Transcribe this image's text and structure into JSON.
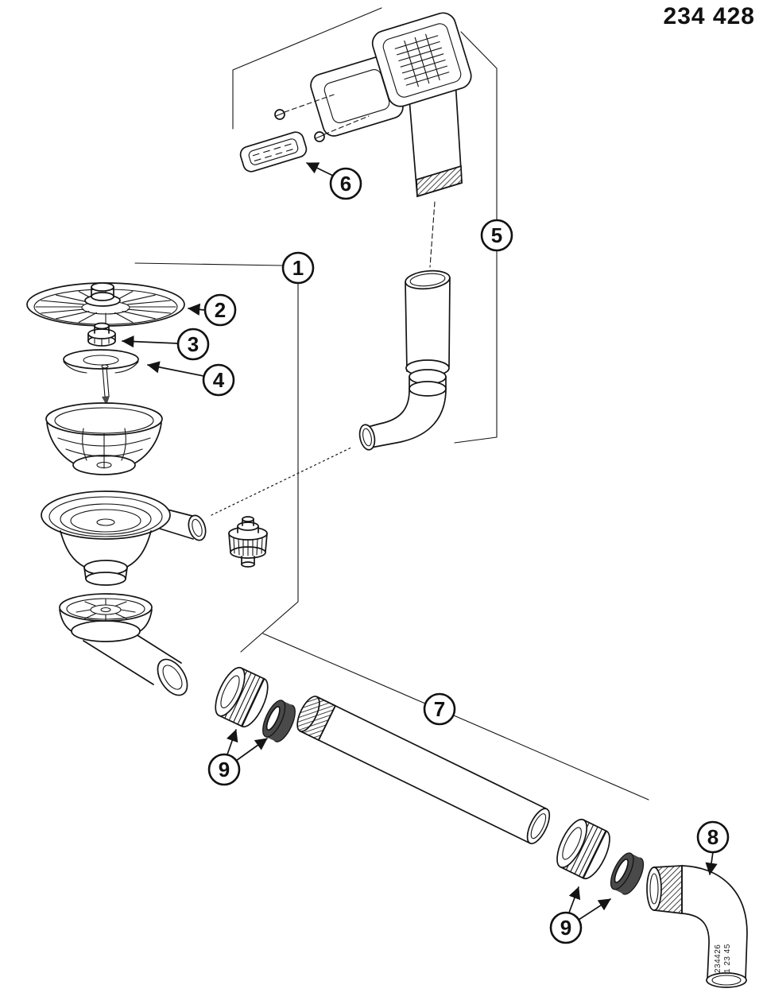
{
  "title": {
    "part_number": "234 428"
  },
  "diagram": {
    "callouts": {
      "c1": "1",
      "c2": "2",
      "c3": "3",
      "c4": "4",
      "c5": "5",
      "c6": "6",
      "c7": "7",
      "c8": "8",
      "c9": "9"
    },
    "elbow_stamp": {
      "line1": "234426",
      "line2": "1 23 45"
    },
    "colors": {
      "line": "#141414",
      "background": "#ffffff",
      "gasket": "#4a4a4a"
    }
  }
}
